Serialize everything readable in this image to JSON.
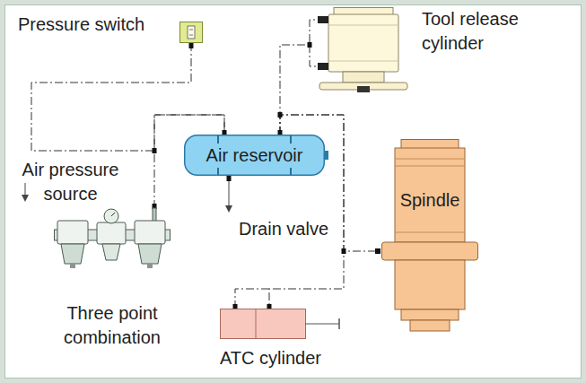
{
  "diagram": {
    "nodes": [
      {
        "text": [
          "Pressure switch"
        ]
      },
      {
        "text": [
          "Tool release cylinder"
        ]
      },
      {
        "text": [
          "Air reservoir"
        ]
      },
      {
        "text": [
          "Spindle"
        ]
      },
      {
        "text": [
          "Three point combination"
        ]
      },
      {
        "text": [
          "ATC cylinder"
        ]
      }
    ],
    "edges": [
      {
        "from": 4,
        "to": 2,
        "arrow": "none"
      },
      {
        "from": 0,
        "to": 2,
        "arrow": "none"
      },
      {
        "from": 2,
        "to": 1,
        "arrow": "none"
      },
      {
        "from": 2,
        "to": 3,
        "arrow": "none"
      },
      {
        "from": 2,
        "to": 5,
        "arrow": "none"
      }
    ],
    "labels": [
      "Air pressure source",
      "Drain valve"
    ]
  }
}
